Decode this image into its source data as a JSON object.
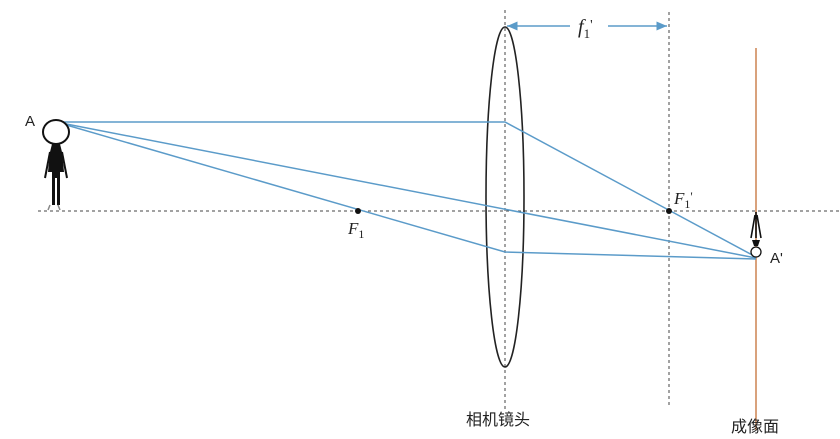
{
  "labels": {
    "object_point": "A",
    "image_point": "A'",
    "focal_point_main": "F",
    "focal_point_sub": "1",
    "image_focal_main": "F",
    "image_focal_sub": "1",
    "image_focal_prime": "'",
    "focal_length_main": "f",
    "focal_length_sub": "1",
    "focal_length_prime": "'",
    "lens_caption": "相机镜头",
    "sensor_caption": "成像面"
  },
  "colors": {
    "ray": "#5b9bc9",
    "sensor_plane": "#d9a27c",
    "ink": "#222222",
    "guide": "#444444"
  }
}
